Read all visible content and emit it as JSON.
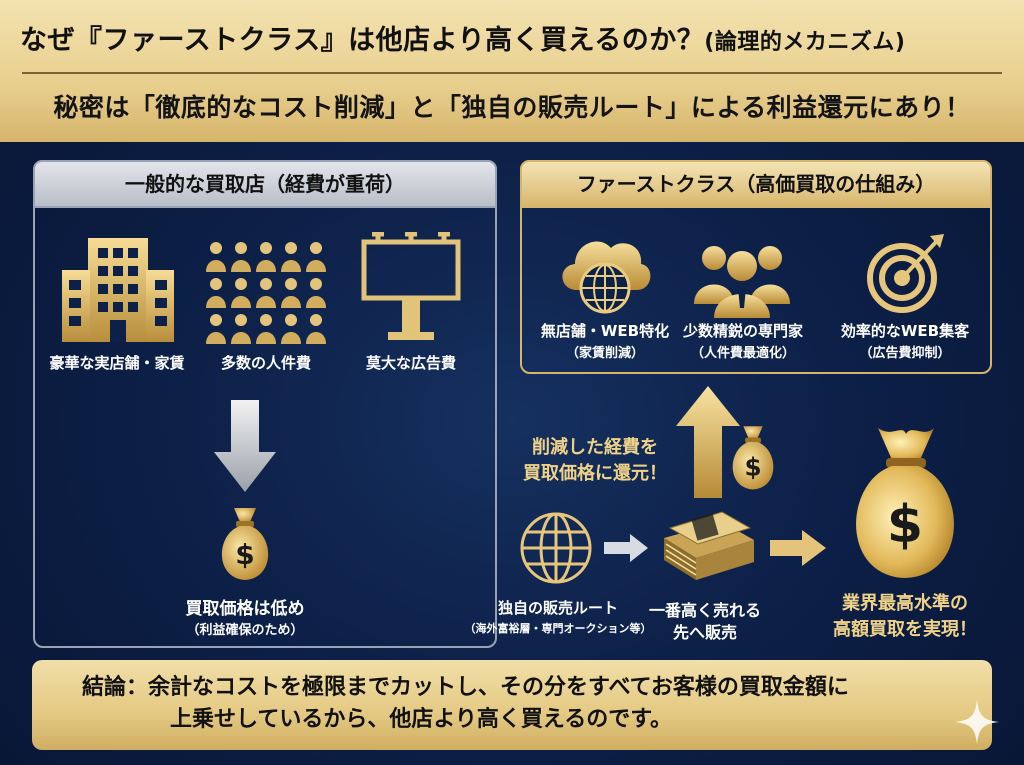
{
  "title": {
    "main": "なぜ『ファーストクラス』は他店より高く買えるのか？",
    "sub": "(論理的メカニズム)"
  },
  "subtitle": "秘密は「徹底的なコスト削減」と「独自の販売ルート」による利益還元にあり！",
  "left": {
    "header": "一般的な買取店（経費が重荷）",
    "items": [
      {
        "label": "豪華な実店舗・家賃",
        "icon": "building-icon"
      },
      {
        "label": "多数の人件費",
        "icon": "staff-crowd-icon"
      },
      {
        "label": "莫大な広告費",
        "icon": "billboard-icon"
      }
    ],
    "result": {
      "label": "買取価格は低め",
      "note": "（利益確保のため）"
    }
  },
  "right": {
    "header": "ファーストクラス（高価買取の仕組み）",
    "items": [
      {
        "label": "無店舗・WEB特化",
        "note": "（家賃削減）",
        "icon": "cloud-globe-icon"
      },
      {
        "label": "少数精鋭の専門家",
        "note": "（人件費最適化）",
        "icon": "experts-icon"
      },
      {
        "label": "効率的なWEB集客",
        "note": "（広告費抑制）",
        "icon": "target-icon"
      }
    ]
  },
  "flow": {
    "return_text": [
      "削減した経費を",
      "買取価格に還元！"
    ],
    "route": {
      "label": "独自の販売ルート",
      "note": "（海外富裕層・専門オークション等）"
    },
    "sell": [
      "一番高く売れる",
      "先へ販売"
    ],
    "outcome": [
      "業界最高水準の",
      "高額買取を実現！"
    ]
  },
  "conclusion": {
    "line1": "結論：余計なコストを極限までカットし、その分をすべてお客様の買取金額に",
    "line2": "上乗せしているから、他店より高く買えるのです。"
  },
  "colors": {
    "navy": "#0b1b3d",
    "gold": "#e7c879",
    "gold_text": "#f0d38a",
    "gray": "#b9bec8"
  }
}
